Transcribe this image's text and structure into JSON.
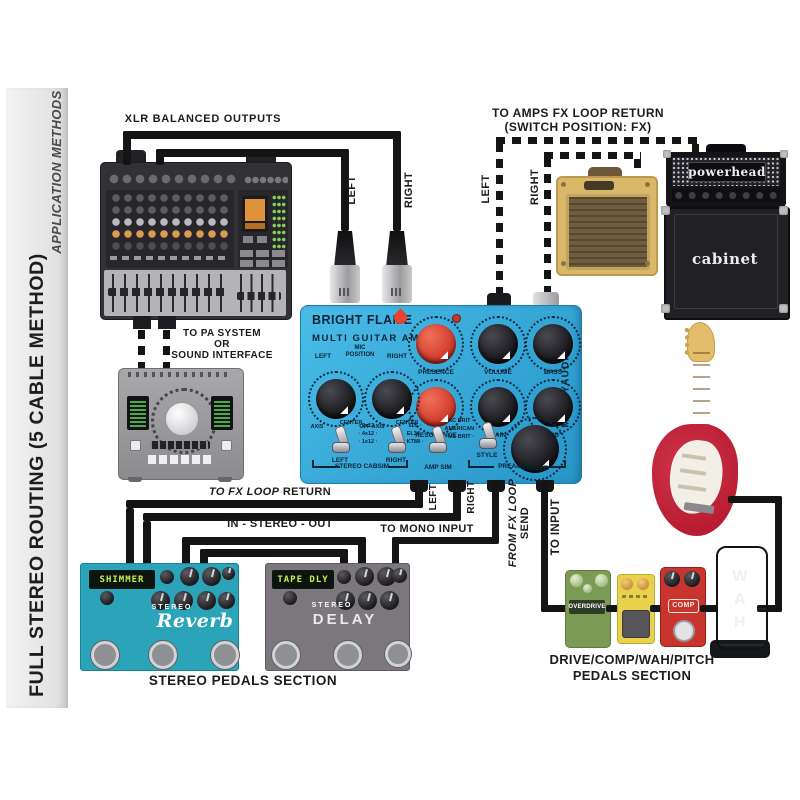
{
  "sidebar": {
    "title": "FULL STEREO ROUTING (5 CABLE METHOD)",
    "subtitle": "APPLICATION METHODS"
  },
  "connections": {
    "xlr_outputs": "XLR BALANCED OUTPUTS",
    "to_amps_line1": "TO AMPS FX LOOP RETURN",
    "to_amps_line2": "(SWITCH POSITION: FX)",
    "xlr_left": "LEFT",
    "xlr_right": "RIGHT",
    "fx_return_left": "LEFT",
    "fx_return_right": "RIGHT",
    "to_pa_line1": "TO PA SYSTEM",
    "to_pa_line2": "OR",
    "to_pa_line3": "SOUND INTERFACE",
    "to_fx_loop": "TO FX LOOP",
    "to_fx_loop_bold": "RETURN",
    "in_stereo_out": "IN - STEREO - OUT",
    "to_mono_input": "TO MONO INPUT",
    "from_fx_loop": "FROM FX LOOP",
    "from_fx_loop_bold": "SEND",
    "to_input": "TO INPUT",
    "pedal_jack_left": "LEFT",
    "pedal_jack_right": "RIGHT",
    "stereo_pedals_section": "STEREO PEDALS SECTION",
    "drive_section_line1": "DRIVE/COMP/WAH/PITCH",
    "drive_section_line2": "PEDALS SECTION"
  },
  "bright_flame": {
    "brand": "BRIGHT FLAME",
    "model": "MULTI GUITAR AMP",
    "maker": "MOSKYAUDIO",
    "mic_line1": "MIC",
    "mic_line2": "POSITION",
    "mic_left": "LEFT",
    "mic_right": "RIGHT",
    "mic_scale": [
      "AXIS",
      "CENTER",
      "OFF AXIS",
      "CENTER"
    ],
    "knobs": [
      "PRESENCE",
      "VOLUME",
      "BASS",
      "RESONANCE",
      "GAIN",
      "MID",
      "TREBLE"
    ],
    "switch_left": "LEFT",
    "switch_right": "RIGHT",
    "switch_style": "STYLE",
    "cab_options": [
      "· 2x12 ·",
      "· 4x12 ·",
      "· 1x12 ·"
    ],
    "amp_options": [
      "6L6 ·",
      "EL34 ·",
      "KT88 ·"
    ],
    "style_options": [
      "AC BRIT ·",
      "AMERICAN ·",
      "MS BRIT ·"
    ],
    "section_cabsim": "STEREO CABSIM",
    "section_ampsim": "AMP SIM",
    "section_preamp": "PREAMP"
  },
  "amps": {
    "head": "powerhead",
    "cab": "cabinet"
  },
  "stereo_pedals": {
    "reverb": {
      "display": "SHIMMER",
      "brand_small": "STEREO",
      "brand": "Reverb"
    },
    "delay": {
      "display": "TAPE DLY",
      "brand_small": "STEREO",
      "brand": "DELAY"
    }
  },
  "drive_pedals": {
    "overdrive": "OVERDRIVE",
    "comp": "COMP",
    "wah": [
      "W",
      "A",
      "H"
    ]
  },
  "colors": {
    "pedal_blue": "#35ADDD",
    "reverb_teal": "#2BA4BA",
    "delay_gray": "#7C777D",
    "overdrive_green": "#7B9B55",
    "boost_yellow": "#E6D14C",
    "comp_red": "#C8352E",
    "combo_tweed": "#D8B768",
    "guitar_red": "#C62135",
    "knob_red": "#E0463A",
    "cable": "#141414"
  }
}
